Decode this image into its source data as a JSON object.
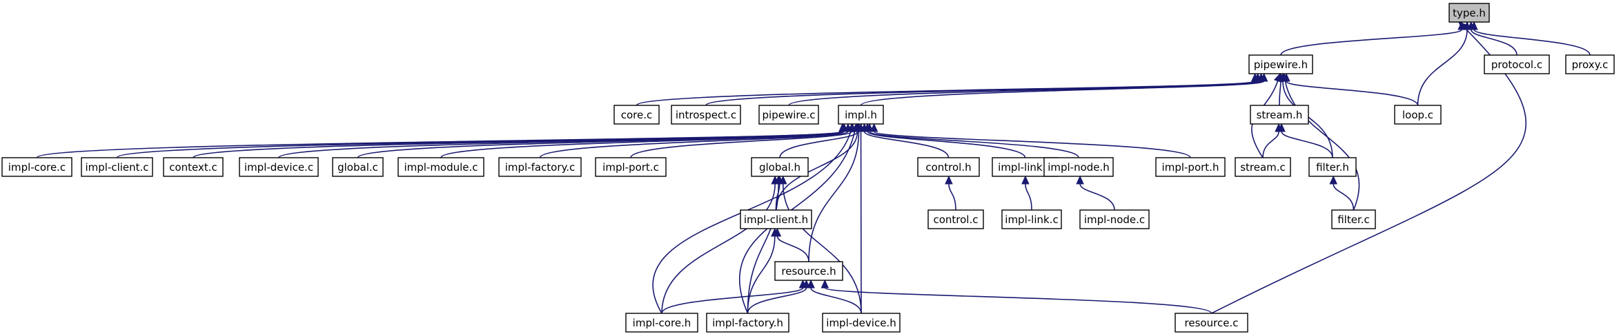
{
  "diagram": {
    "edge_color": "#191970",
    "focus_fill": "#bfbfbf",
    "nodes": {
      "type_h": "type.h",
      "pipewire_h": "pipewire.h",
      "protocol_c": "protocol.c",
      "proxy_c": "proxy.c",
      "core_c": "core.c",
      "introspect_c": "introspect.c",
      "pipewire_c": "pipewire.c",
      "impl_h": "impl.h",
      "stream_h": "stream.h",
      "loop_c": "loop.c",
      "impl_core_c": "impl-core.c",
      "impl_client_c": "impl-client.c",
      "context_c": "context.c",
      "impl_device_c": "impl-device.c",
      "global_c": "global.c",
      "impl_module_c": "impl-module.c",
      "impl_factory_c": "impl-factory.c",
      "impl_port_c": "impl-port.c",
      "global_h": "global.h",
      "control_h": "control.h",
      "impl_link_h": "impl-link.h",
      "impl_node_h": "impl-node.h",
      "impl_port_h": "impl-port.h",
      "stream_c": "stream.c",
      "filter_h": "filter.h",
      "control_c": "control.c",
      "impl_link_c": "impl-link.c",
      "impl_node_c": "impl-node.c",
      "impl_client_h": "impl-client.h",
      "filter_c": "filter.c",
      "resource_h": "resource.h",
      "impl_core_h": "impl-core.h",
      "impl_factory_h": "impl-factory.h",
      "impl_device_h": "impl-device.h",
      "resource_c": "resource.c"
    }
  }
}
